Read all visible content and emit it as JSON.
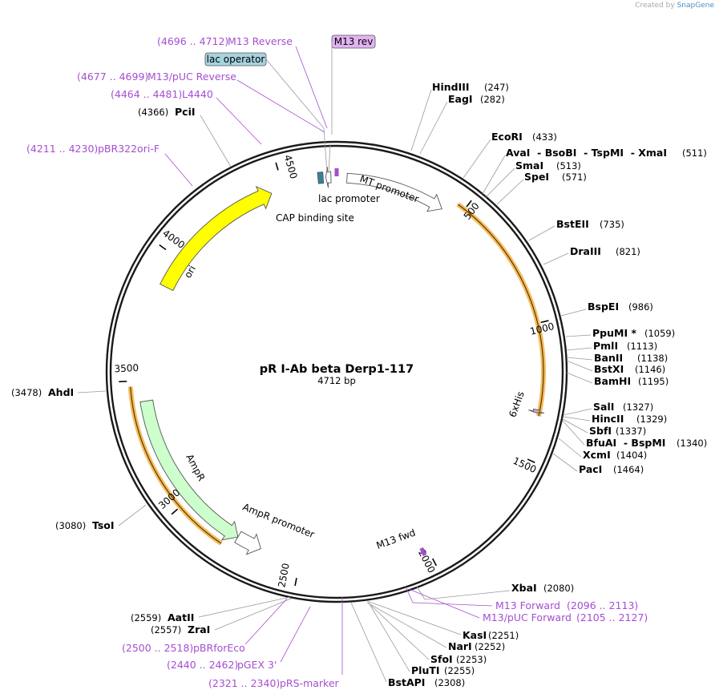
{
  "credit": {
    "prefix": "Created by",
    "brand": "SnapGene"
  },
  "plasmid": {
    "name": "pR I-Ab beta Derp1-117",
    "length": 4712,
    "length_label": "4712 bp"
  },
  "colors": {
    "primer": "#a54ed1",
    "ori": "#ffff00",
    "ampr": "#ccffcc",
    "orf_highlight": "#f5b041",
    "promoter": "#ffffff",
    "cap": "#31849b",
    "lac_operator": "#a6d3de",
    "m13rev_box": "#e2b3f2"
  },
  "ticks": [
    {
      "label": "500",
      "pos": 500
    },
    {
      "label": "1000",
      "pos": 1000
    },
    {
      "label": "1500",
      "pos": 1500
    },
    {
      "label": "2000",
      "pos": 2000
    },
    {
      "label": "2500",
      "pos": 2500
    },
    {
      "label": "3000",
      "pos": 3000
    },
    {
      "label": "3500",
      "pos": 3500
    },
    {
      "label": "4000",
      "pos": 4000
    },
    {
      "label": "4500",
      "pos": 4500
    }
  ],
  "features": [
    {
      "name": "MT promoter",
      "start": 40,
      "end": 430,
      "direction": 1,
      "type": "promoter",
      "color": "#ffffff"
    },
    {
      "name": "ori",
      "start": 3880,
      "end": 4450,
      "direction": 1,
      "type": "rep_origin",
      "color": "#ffff00"
    },
    {
      "name": "AmpR",
      "start": 2760,
      "end": 3420,
      "direction": -1,
      "type": "CDS",
      "color": "#ccffcc"
    },
    {
      "name": "AmpR promoter",
      "start": 2660,
      "end": 2760,
      "direction": -1,
      "type": "promoter",
      "color": "#ffffff"
    },
    {
      "name": "CAP binding site",
      "start": 4640,
      "end": 4660,
      "direction": 0,
      "type": "protein_bind",
      "color": "#31849b"
    },
    {
      "name": "lac promoter",
      "start": 4670,
      "end": 4690,
      "direction": -1,
      "type": "promoter",
      "color": "#ffffff"
    },
    {
      "name": "6xHis",
      "start": 1318,
      "end": 1330,
      "direction": 1,
      "type": "CDS",
      "color": "#d8a6b6"
    }
  ],
  "highlights": [
    {
      "start": 470,
      "end": 1340
    },
    {
      "start": 2800,
      "end": 3480
    }
  ],
  "primer_marks": [
    {
      "name": "M13 rev",
      "pos": 4712
    },
    {
      "name": "M13 fwd",
      "pos": 2020
    }
  ],
  "enzymes_right": [
    {
      "name": "HindIII",
      "pos": "(247)"
    },
    {
      "name": "EagI",
      "pos": "(282)"
    },
    {
      "name": "EcoRI",
      "pos": "(433)"
    },
    {
      "name": "AvaI  - BsoBI  - TspMI  - XmaI",
      "pos": "(511)"
    },
    {
      "name": "SmaI",
      "pos": "(513)"
    },
    {
      "name": "SpeI",
      "pos": "(571)"
    },
    {
      "name": "BstEII",
      "pos": "(735)"
    },
    {
      "name": "DraIII",
      "pos": "(821)"
    },
    {
      "name": "BspEI",
      "pos": "(986)"
    },
    {
      "name": "PpuMI *",
      "pos": "(1059)"
    },
    {
      "name": "PmlI",
      "pos": "(1113)"
    },
    {
      "name": "BanII",
      "pos": "(1138)"
    },
    {
      "name": "BstXI",
      "pos": "(1146)"
    },
    {
      "name": "BamHI",
      "pos": "(1195)"
    },
    {
      "name": "SalI",
      "pos": "(1327)"
    },
    {
      "name": "HincII",
      "pos": "(1329)"
    },
    {
      "name": "SbfI",
      "pos": "(1337)"
    },
    {
      "name": "BfuAI  - BspMI",
      "pos": "(1340)"
    },
    {
      "name": "XcmI",
      "pos": "(1404)"
    },
    {
      "name": "PacI",
      "pos": "(1464)"
    },
    {
      "name": "XbaI",
      "pos": "(2080)"
    },
    {
      "name": "KasI",
      "pos": "(2251)"
    },
    {
      "name": "NarI",
      "pos": "(2252)"
    },
    {
      "name": "SfoI",
      "pos": "(2253)"
    },
    {
      "name": "PluTI",
      "pos": "(2255)"
    },
    {
      "name": "BstAPI",
      "pos": "(2308)"
    }
  ],
  "enzymes_left": [
    {
      "name": "PciI",
      "pos": "(4366)"
    },
    {
      "name": "AhdI",
      "pos": "(3478)"
    },
    {
      "name": "TsoI",
      "pos": "(3080)"
    },
    {
      "name": "AatII",
      "pos": "(2559)"
    },
    {
      "name": "ZraI",
      "pos": "(2557)"
    }
  ],
  "primers": [
    {
      "name": "M13 Reverse",
      "range": "(4696 .. 4712)"
    },
    {
      "name": "M13/pUC Reverse",
      "range": "(4677 .. 4699)"
    },
    {
      "name": "L4440",
      "range": "(4464 .. 4481)"
    },
    {
      "name": "pBR322ori-F",
      "range": "(4211 .. 4230)"
    },
    {
      "name": "M13 Forward",
      "range": "(2096 .. 2113)"
    },
    {
      "name": "M13/pUC Forward",
      "range": "(2105 .. 2127)"
    },
    {
      "name": "pBRforEco",
      "range": "(2500 .. 2518)"
    },
    {
      "name": "pGEX 3'",
      "range": "(2440 .. 2462)"
    },
    {
      "name": "pRS-marker",
      "range": "(2321 .. 2340)"
    }
  ],
  "boxes": [
    {
      "name": "lac operator"
    },
    {
      "name": "M13 rev"
    }
  ]
}
